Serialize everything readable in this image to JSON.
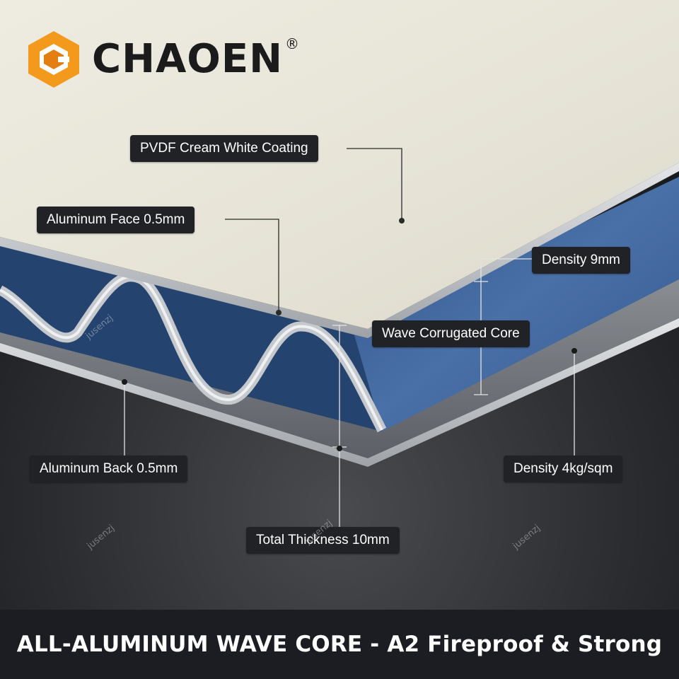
{
  "brand": {
    "name": "CHAOEN",
    "registered": "®",
    "logo_colors": [
      "#f39a1c",
      "#e57e10"
    ],
    "icon": "hexagon-logo-icon"
  },
  "callouts": {
    "coating": "PVDF Cream White Coating",
    "face": "Aluminum Face 0.5mm",
    "density_thickness": "Density  9mm",
    "core": "Wave Corrugated Core",
    "back": "Aluminum Back 0.5mm",
    "density_weight": "Density 4kg/sqm",
    "total": "Total Thickness 10mm"
  },
  "watermark": "jusenzj",
  "banner": {
    "text": "ALL-ALUMINUM WAVE CORE - A2 Fireproof & Strong"
  },
  "colors": {
    "coating": "#e8e6da",
    "core_blue": "#3b5f95",
    "aluminum": "#c8cbce",
    "background_dark": "#1e1f22",
    "banner": "#1b1d22"
  }
}
